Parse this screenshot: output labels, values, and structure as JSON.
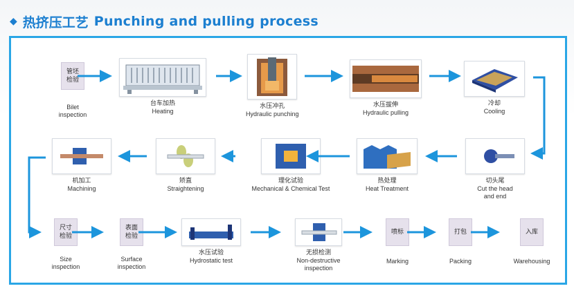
{
  "title": {
    "zh": "热挤压工艺",
    "en": "Punching and pulling process"
  },
  "steps": {
    "billet": {
      "box": "管坯\n检验",
      "zh": "",
      "en": "Bilet\ninspection"
    },
    "heating": {
      "zh": "台车加热",
      "en": "Heating"
    },
    "punching": {
      "zh": "水压冲孔",
      "en": "Hydraulic punching"
    },
    "pulling": {
      "zh": "水压拔伸",
      "en": "Hydraulic pulling"
    },
    "cooling": {
      "zh": "冷却",
      "en": "Cooling"
    },
    "cut": {
      "zh": "切头尾",
      "en": "Cut the head\nand end"
    },
    "heat_treatment": {
      "zh": "热处理",
      "en": "Heat Treatment"
    },
    "mech_test": {
      "zh": "理化试验",
      "en": "Mechanical & Chemical Test"
    },
    "straightening": {
      "zh": "矫直",
      "en": "Straightening"
    },
    "machining": {
      "zh": "机加工",
      "en": "Machining"
    },
    "size": {
      "box": "尺寸\n检验",
      "en": "Size\ninspection"
    },
    "surface": {
      "box": "表面\n检验",
      "en": "Surface\ninspection"
    },
    "hydro": {
      "zh": "水压试验",
      "en": "Hydrostatic test"
    },
    "ndt": {
      "zh": "无损检测",
      "en": "Non-destructive\ninspection"
    },
    "marking": {
      "box": "喷标",
      "en": "Marking"
    },
    "packing": {
      "box": "打包",
      "en": "Packing"
    },
    "warehousing": {
      "box": "入库",
      "en": "Warehousing"
    }
  },
  "colors": {
    "accent": "#1c7fd0",
    "frame": "#2aa6e6",
    "arrow": "#1c95dc",
    "box_fill": "#e6e1ec",
    "copper": "#c7743a"
  }
}
